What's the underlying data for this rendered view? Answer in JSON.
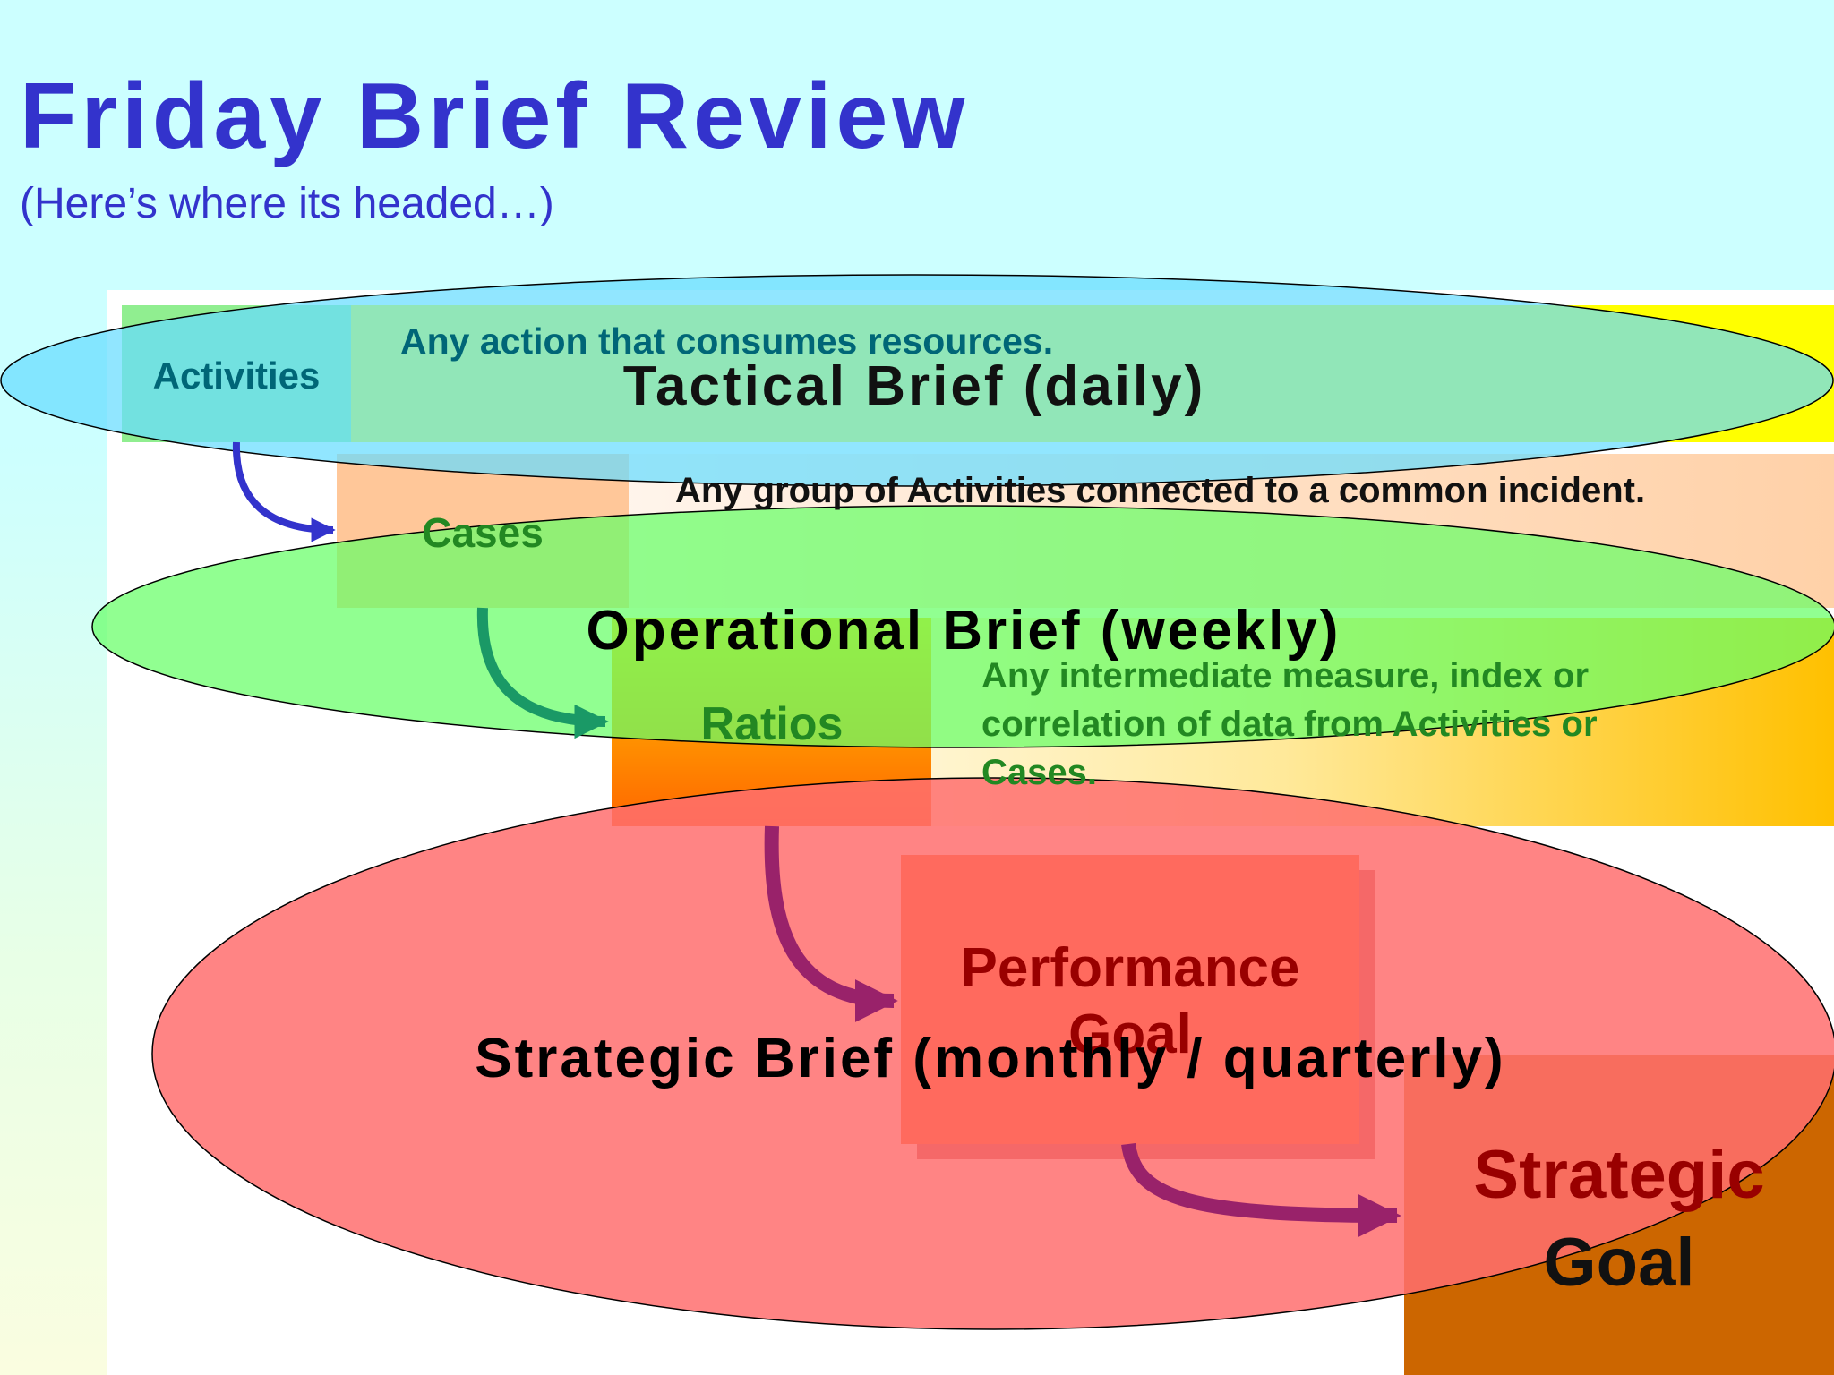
{
  "title": "Friday Brief Review",
  "subtitle": "(Here’s where its headed…)",
  "levels": {
    "activities": {
      "label": "Activities",
      "definition": "Any action that consumes resources."
    },
    "cases": {
      "label": "Cases",
      "definition": "Any group of Activities connected to a common incident."
    },
    "ratios": {
      "label": "Ratios",
      "definition_lines": [
        "Any intermediate measure, index or",
        "correlation of data from Activities or",
        "Cases."
      ]
    },
    "performance_goal": {
      "label_lines": [
        "Performance",
        "Goal"
      ]
    },
    "strategic_goal": {
      "label_lines": [
        "Strategic",
        "Goal"
      ]
    }
  },
  "briefs": {
    "tactical": "Tactical Brief (daily)",
    "operational": "Operational Brief (weekly)",
    "strategic": "Strategic Brief (monthly / quarterly)"
  },
  "colors": {
    "title": "#3333cc",
    "tactical_ellipse": "#66ddff",
    "operational_ellipse": "#66ff66",
    "strategic_ellipse": "#ff6f6f",
    "arrow_blue": "#3333cc",
    "arrow_teal": "#1a9966",
    "arrow_purple": "#99226a"
  }
}
